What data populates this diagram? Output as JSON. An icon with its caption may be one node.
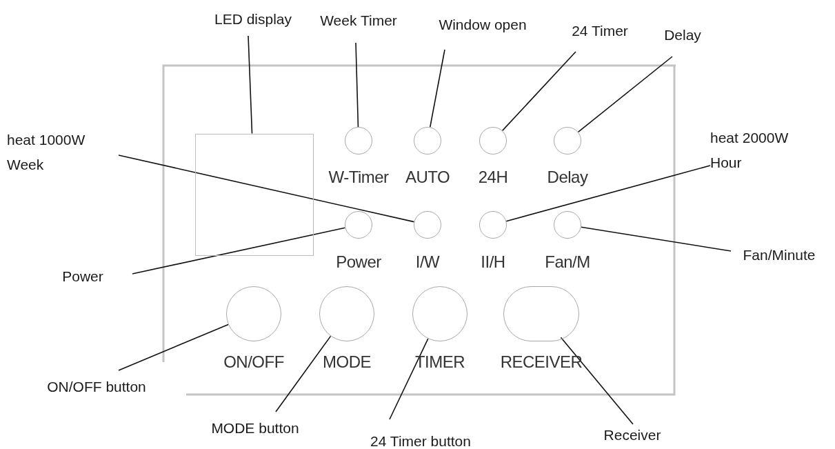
{
  "diagram": {
    "nodes": [
      {
        "text": [
          "LED display"
        ]
      },
      {
        "text": [
          "Week Timer"
        ]
      },
      {
        "text": [
          "Window open"
        ]
      },
      {
        "text": [
          "24 Timer"
        ]
      },
      {
        "text": [
          "Delay"
        ]
      },
      {
        "text": [
          "heat 1000W Week"
        ]
      },
      {
        "text": [
          "heat 2000W Hour"
        ]
      },
      {
        "text": [
          "Power"
        ]
      },
      {
        "text": [
          "Fan/Minute"
        ]
      },
      {
        "text": [
          "ON/OFF button"
        ]
      },
      {
        "text": [
          "MODE button"
        ]
      },
      {
        "text": [
          "24 Timer button"
        ]
      },
      {
        "text": [
          "Receiver"
        ]
      },
      {
        "text": [],
        "shape": "box"
      },
      {
        "text": [],
        "shape": "circle",
        "beside": [
          "W-Timer"
        ]
      },
      {
        "text": [],
        "shape": "circle",
        "beside": [
          "AUTO"
        ]
      },
      {
        "text": [],
        "shape": "circle",
        "beside": [
          "24H"
        ]
      },
      {
        "text": [],
        "shape": "circle",
        "beside": [
          "Delay"
        ]
      },
      {
        "text": [],
        "shape": "circle",
        "beside": [
          "Power"
        ]
      },
      {
        "text": [],
        "shape": "circle",
        "beside": [
          "I/W"
        ]
      },
      {
        "text": [],
        "shape": "circle",
        "beside": [
          "II/H"
        ]
      },
      {
        "text": [],
        "shape": "circle",
        "beside": [
          "Fan/M"
        ]
      },
      {
        "text": [],
        "shape": "circle",
        "beside": [
          "ON/OFF"
        ]
      },
      {
        "text": [],
        "shape": "circle",
        "beside": [
          "MODE"
        ]
      },
      {
        "text": [],
        "shape": "circle",
        "beside": [
          "TIMER"
        ]
      },
      {
        "text": [],
        "shape": "oval",
        "beside": [
          "RECEIVER"
        ]
      }
    ],
    "edges": [
      {
        "from": 0,
        "to": 13,
        "arrow": "none"
      },
      {
        "from": 1,
        "to": 14,
        "arrow": "none"
      },
      {
        "from": 2,
        "to": 15,
        "arrow": "none"
      },
      {
        "from": 3,
        "to": 16,
        "arrow": "none"
      },
      {
        "from": 4,
        "to": 17,
        "arrow": "none"
      },
      {
        "from": 5,
        "to": 19,
        "arrow": "none"
      },
      {
        "from": 6,
        "to": 20,
        "arrow": "none"
      },
      {
        "from": 7,
        "to": 18,
        "arrow": "none"
      },
      {
        "from": 8,
        "to": 21,
        "arrow": "none"
      },
      {
        "from": 9,
        "to": 22,
        "arrow": "none"
      },
      {
        "from": 10,
        "to": 23,
        "arrow": "none"
      },
      {
        "from": 11,
        "to": 24,
        "arrow": "none"
      },
      {
        "from": 12,
        "to": 25,
        "arrow": "none"
      }
    ]
  }
}
